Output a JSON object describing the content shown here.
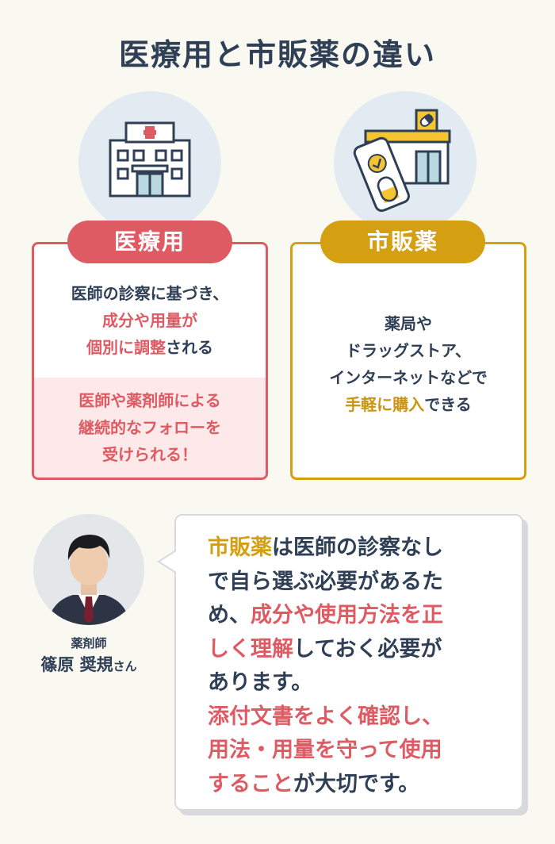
{
  "title": "医療用と市販薬の違い",
  "colors": {
    "navy": "#2f3f56",
    "red": "#de5b64",
    "gold": "#d4a011",
    "pink_bg": "#fde9ea",
    "circle_bg": "#e3ebf2"
  },
  "prescription": {
    "icon": "hospital-icon",
    "label": "医療用",
    "top_line1": "医師の診察に基づき、",
    "top_line2": "成分や用量が",
    "top_line3_a": "個別に調整",
    "top_line3_b": "される",
    "bottom_line1": "医師や薬剤師による",
    "bottom_line2": "継続的なフォローを",
    "bottom_line3": "受けられる！"
  },
  "otc": {
    "icon": "drugstore-phone-icon",
    "label": "市販薬",
    "line1": "薬局や",
    "line2": "ドラッグストア、",
    "line3": "インターネットなどで",
    "line4_a": "手軽に購入",
    "line4_b": "できる"
  },
  "pharmacist": {
    "role": "薬剤師",
    "name": "篠原 奨規",
    "honorific": "さん"
  },
  "bubble": {
    "l1_a": "市販薬",
    "l1_b": "は医師の診察なし",
    "l2": "で自ら選ぶ必要があるた",
    "l3_a": "め、",
    "l3_b": "成分や使用方法を正",
    "l4_a": "しく理解",
    "l4_b": "しておく必要が",
    "l5": "あります。",
    "l6": "添付文書をよく確認し、",
    "l7": "用法・用量を守って使用",
    "l8_a": "すること",
    "l8_b": "が大切です。"
  }
}
